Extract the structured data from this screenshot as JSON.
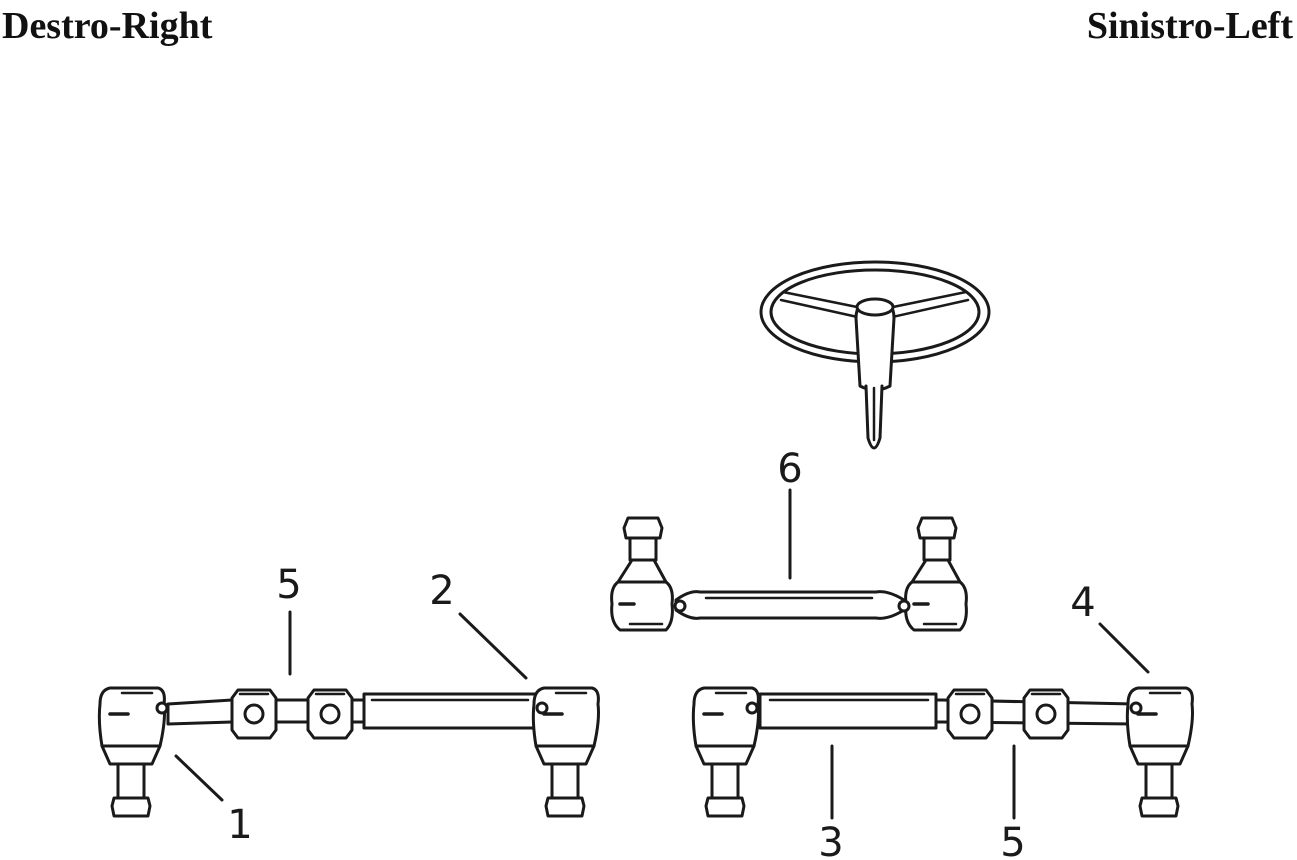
{
  "header": {
    "left_label": "Destro-Right",
    "right_label": "Sinistro-Left"
  },
  "callouts": {
    "item_1": "1",
    "item_2": "2",
    "item_3": "3",
    "item_4": "4",
    "item_5_left": "5",
    "item_5_right": "5",
    "item_6": "6"
  },
  "colors": {
    "ink": "#1a1a1a",
    "paper": "#ffffff"
  }
}
